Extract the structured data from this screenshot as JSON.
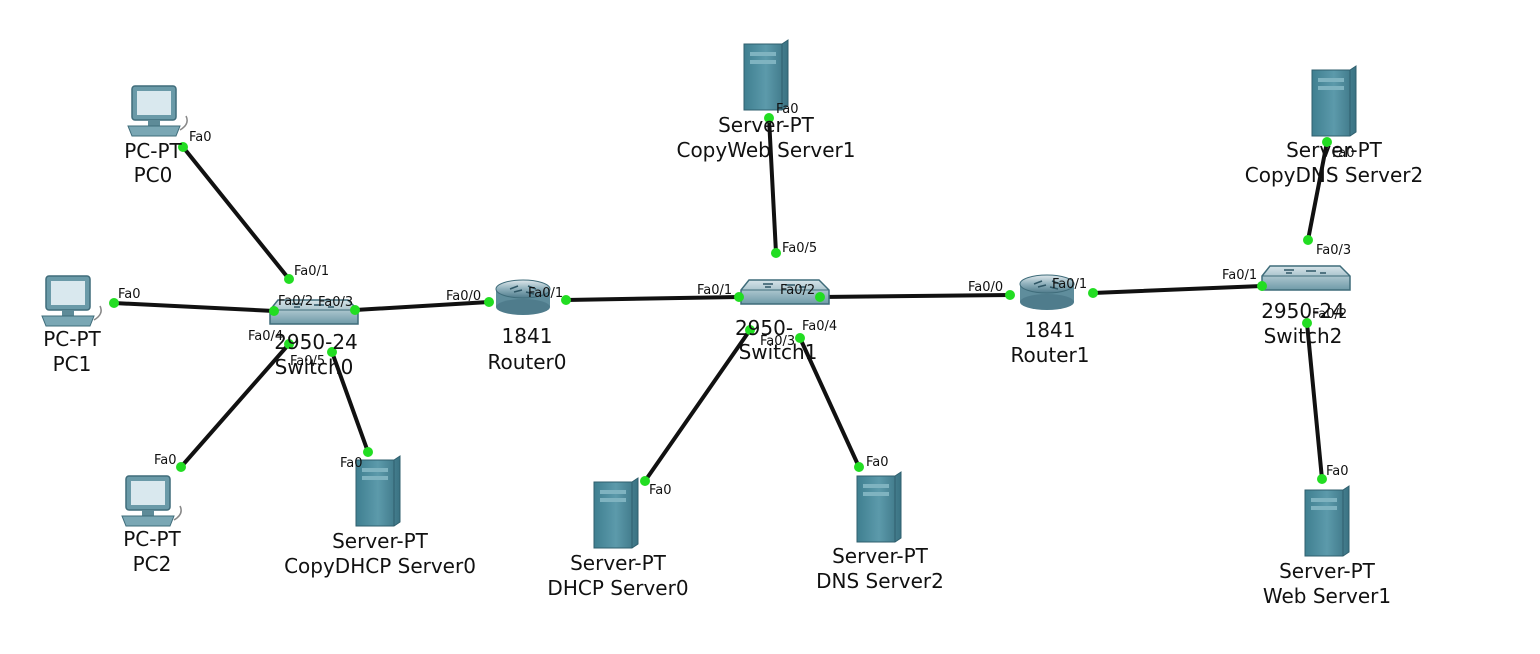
{
  "colors": {
    "link": "#111111",
    "port_dot": "#22dd22",
    "device_body": "#4e8fa0",
    "device_light": "#7fb3c0"
  },
  "devices": {
    "pc0": {
      "type": "PC-PT",
      "name": "PC0",
      "icon": "pc-icon"
    },
    "pc1": {
      "type": "PC-PT",
      "name": "PC1",
      "icon": "pc-icon"
    },
    "pc2": {
      "type": "PC-PT",
      "name": "PC2",
      "icon": "pc-icon"
    },
    "switch0": {
      "type": "2950-24",
      "name": "Switch0",
      "icon": "switch-icon"
    },
    "router0": {
      "type": "1841",
      "name": "Router0",
      "icon": "router-icon"
    },
    "switch1": {
      "type": "2950-",
      "name": "Switch1",
      "icon": "switch-icon"
    },
    "router1": {
      "type": "1841",
      "name": "Router1",
      "icon": "router-icon"
    },
    "switch2": {
      "type": "2950-24",
      "name": "Switch2",
      "icon": "switch-icon"
    },
    "copy_dhcp_server0": {
      "type": "Server-PT",
      "name": "CopyDHCP Server0",
      "icon": "server-icon"
    },
    "copyweb_server1": {
      "type": "Server-PT",
      "name": "CopyWeb Server1",
      "icon": "server-icon"
    },
    "copydns_server2": {
      "type": "Server-PT",
      "name": "CopyDNS Server2",
      "icon": "server-icon"
    },
    "dhcp_server0": {
      "type": "Server-PT",
      "name": "DHCP Server0",
      "icon": "server-icon"
    },
    "dns_server2": {
      "type": "Server-PT",
      "name": "DNS Server2",
      "icon": "server-icon"
    },
    "web_server1": {
      "type": "Server-PT",
      "name": "Web Server1",
      "icon": "server-icon"
    }
  },
  "links": [
    {
      "from": "pc0",
      "from_port": "Fa0",
      "to": "switch0",
      "to_port": "Fa0/1"
    },
    {
      "from": "pc1",
      "from_port": "Fa0",
      "to": "switch0",
      "to_port": "Fa0/2"
    },
    {
      "from": "pc2",
      "from_port": "Fa0",
      "to": "switch0",
      "to_port": "Fa0/4"
    },
    {
      "from": "copy_dhcp_server0",
      "from_port": "Fa0",
      "to": "switch0",
      "to_port": "Fa0/5"
    },
    {
      "from": "switch0",
      "from_port": "Fa0/3",
      "to": "router0",
      "to_port": "Fa0/0"
    },
    {
      "from": "router0",
      "from_port": "Fa0/1",
      "to": "switch1",
      "to_port": "Fa0/1"
    },
    {
      "from": "copyweb_server1",
      "from_port": "Fa0",
      "to": "switch1",
      "to_port": "Fa0/5"
    },
    {
      "from": "dhcp_server0",
      "from_port": "Fa0",
      "to": "switch1",
      "to_port": "Fa0/3"
    },
    {
      "from": "dns_server2",
      "from_port": "Fa0",
      "to": "switch1",
      "to_port": "Fa0/4"
    },
    {
      "from": "switch1",
      "from_port": "Fa0/2",
      "to": "router1",
      "to_port": "Fa0/0"
    },
    {
      "from": "router1",
      "from_port": "Fa0/1",
      "to": "switch2",
      "to_port": "Fa0/1"
    },
    {
      "from": "copydns_server2",
      "from_port": "Fa0",
      "to": "switch2",
      "to_port": "Fa0/3"
    },
    {
      "from": "web_server1",
      "from_port": "Fa0",
      "to": "switch2",
      "to_port": "Fa0/2"
    }
  ]
}
